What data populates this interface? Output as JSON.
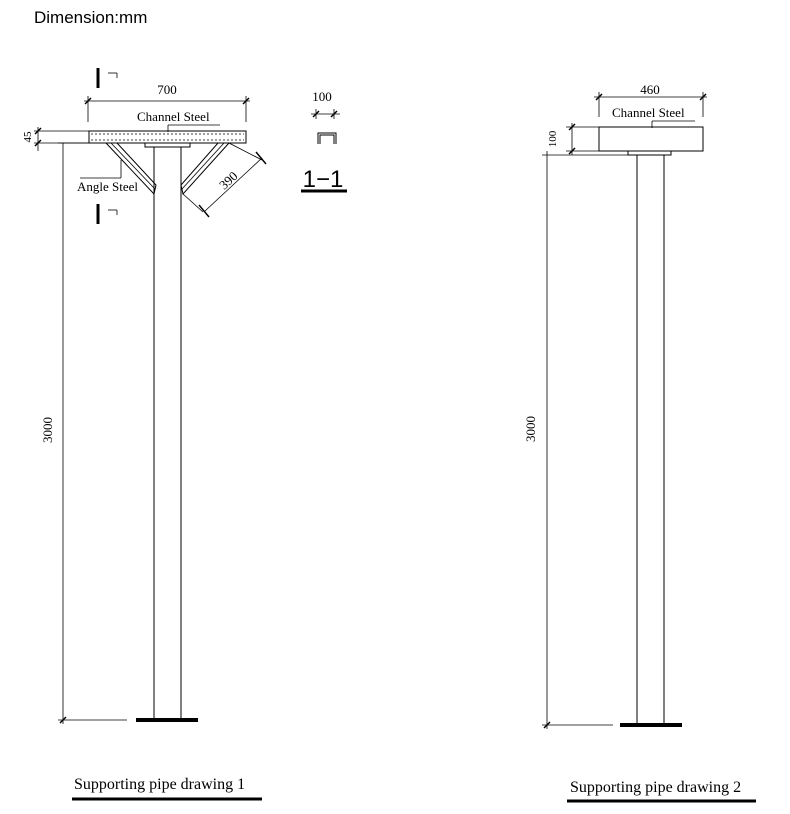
{
  "header": {
    "dimension_note": "Dimension:mm"
  },
  "drawing1": {
    "caption": "Supporting pipe drawing 1",
    "dim_top_width": "700",
    "dim_plate_thickness": "45",
    "dim_brace_length": "390",
    "dim_height": "3000",
    "label_channel_steel": "Channel Steel",
    "label_angle_steel": "Angle Steel",
    "section_mark": "1"
  },
  "section_detail": {
    "dim_width": "100",
    "title": "1−1"
  },
  "drawing2": {
    "caption": "Supporting pipe drawing 2",
    "dim_top_width": "460",
    "dim_plate_thickness": "100",
    "dim_height": "3000",
    "label_channel_steel": "Channel Steel"
  }
}
